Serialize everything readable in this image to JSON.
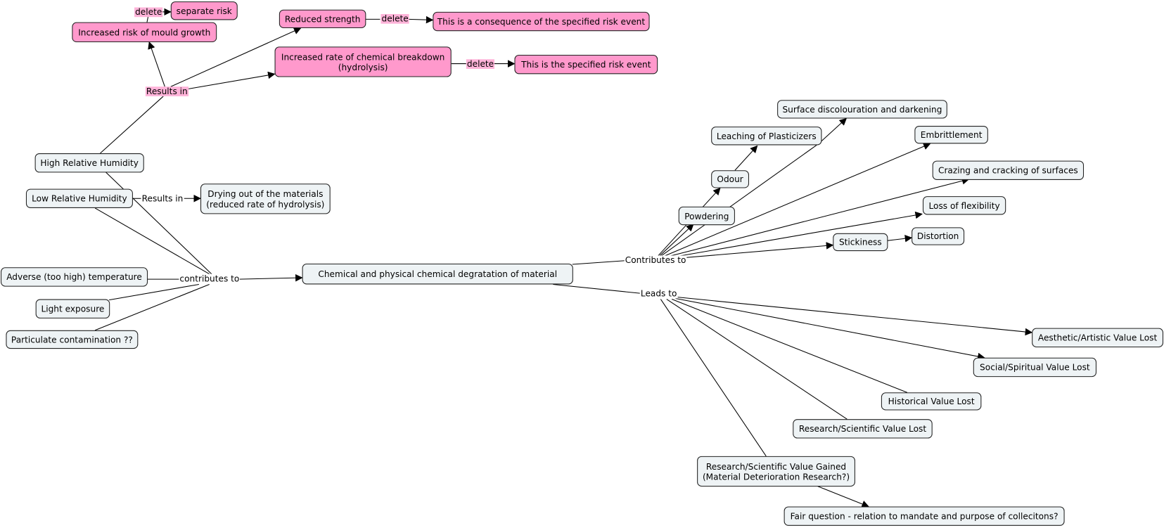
{
  "colors": {
    "risk_node": "#ff99cc",
    "node": "#eef3f5",
    "line": "#000000"
  },
  "nodes": {
    "separate_risk": "separate risk",
    "mould": "Increased risk of mould growth",
    "reduced_strength": "Reduced strength",
    "consequence": "This is a consequence of the specified risk event",
    "hydrolysis_line1": "Increased rate of chemical breakdown",
    "hydrolysis_line2": "(hydrolysis)",
    "specified_event": "This is the specified risk event",
    "high_rh": "High Relative Humidity",
    "low_rh": "Low Relative Humidity",
    "drying_line1": "Drying out of the materials",
    "drying_line2": "(reduced rate of hydrolysis)",
    "temperature": "Adverse (too high) temperature",
    "light": "Light exposure",
    "particulate": "Particulate contamination ??",
    "degradation": "Chemical and physical chemical degratation of material",
    "surface": "Surface discolouration and darkening",
    "leaching": "Leaching of Plasticizers",
    "embrittlement": "Embrittlement",
    "odour": "Odour",
    "crazing": "Crazing and cracking of surfaces",
    "flexibility": "Loss of flexibility",
    "powdering": "Powdering",
    "stickiness": "Stickiness",
    "distortion": "Distortion",
    "aesthetic": "Aesthetic/Artistic Value Lost",
    "social": "Social/Spiritual Value Lost",
    "historical": "Historical Value Lost",
    "research_lost": "Research/Scientific Value Lost",
    "research_gained_line1": "Research/Scientific Value Gained",
    "research_gained_line2": "(Material Deterioration Research?)",
    "fair_question": "Fair question - relation to mandate and purpose of collecitons?"
  },
  "links": {
    "delete": "delete",
    "results_in": "Results in",
    "contributes_to_lower": "contributes to",
    "contributes_to": "Contributes to",
    "leads_to": "Leads to"
  }
}
